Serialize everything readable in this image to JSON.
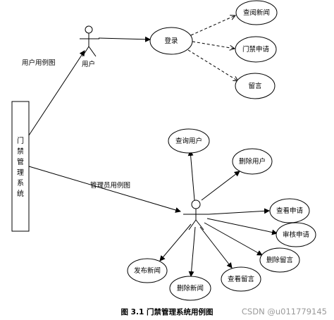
{
  "system": {
    "label": "门禁管理系统",
    "chars": [
      "门",
      "禁",
      "管",
      "理",
      "系",
      "统"
    ]
  },
  "actors": {
    "user": "用户"
  },
  "edge_labels": {
    "user_case": "用户用例图",
    "admin_case": "管理员用例图"
  },
  "use_cases": {
    "login": "登录",
    "view_news": "查阅新闻",
    "access_request": "门禁申请",
    "comment": "留言",
    "query_user": "查询用户",
    "delete_user": "删除用户",
    "view_request": "查看申请",
    "review_request": "审核申请",
    "delete_comment": "删除留言",
    "view_comment": "查看留言",
    "delete_news": "删除新闻",
    "publish_news": "发布新闻"
  },
  "caption": "图 3.1  门禁管理系统用例图",
  "watermark": "CSDN @u011779145",
  "colors": {
    "line": "#000000",
    "watermark": "#9a9a9a"
  }
}
